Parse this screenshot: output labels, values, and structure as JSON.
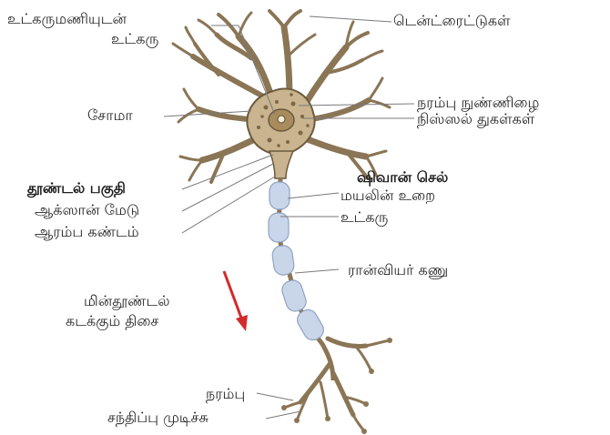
{
  "labels": {
    "nucleus_line1": "உட்கருமணியுடன்",
    "nucleus_line2": "உட்கரு",
    "dendrites": "டென்ட்ரைட்டுகள்",
    "neurofibrils": "நரம்பு நுண்ணிழை",
    "nissl": "நிஸ்ஸல் துகள்கள்",
    "soma": "சோமா",
    "trigger_zone": "தூண்டல் பகுதி",
    "axon_hillock": "ஆக்ஸான் மேடு",
    "initial_segment": "ஆரம்ப கண்டம்",
    "schwann_cell": "ஷிவான் செல்",
    "myelin_sheath": "மயலின் உறை",
    "schwann_nucleus": "உட்கரு",
    "node_ranvier": "ரான்வியர் கணு",
    "impulse_line1": "மின்தூண்டல்",
    "impulse_line2": "கடக்கும் திசை",
    "terminal_line1": "நரம்பு",
    "terminal_line2": "சந்திப்பு முடிச்சு"
  },
  "colors": {
    "cell_body": "#c9b48f",
    "cell_outline": "#6b5a3e",
    "myelin": "#c9d6ea",
    "arrow": "#d22b2b",
    "leader": "#7a7a7a"
  }
}
